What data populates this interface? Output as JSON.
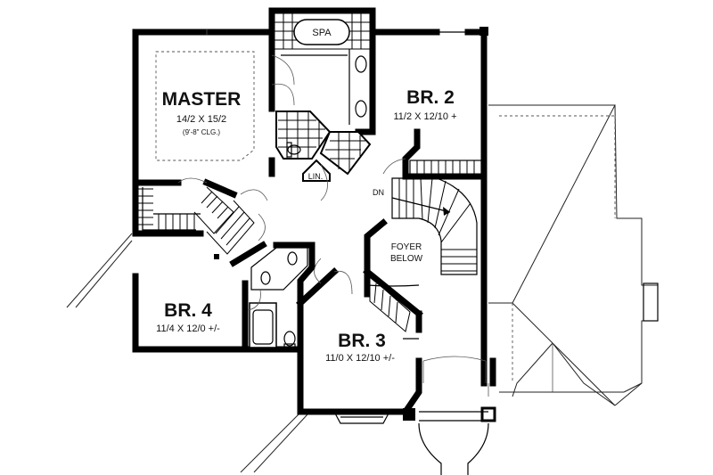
{
  "rooms": {
    "master": {
      "name": "MASTER",
      "size": "14/2 X 15/2",
      "note": "(9'-8\" CLG.)"
    },
    "br2": {
      "name": "BR. 2",
      "size": "11/2 X 12/10 +"
    },
    "br3": {
      "name": "BR. 3",
      "size": "11/0 X 12/10 +/-"
    },
    "br4": {
      "name": "BR. 4",
      "size": "11/4 X 12/0 +/-"
    },
    "foyer": {
      "line1": "FOYER",
      "line2": "BELOW"
    }
  },
  "labels": {
    "spa": "SPA",
    "linen": "LIN.",
    "down": "DN"
  }
}
